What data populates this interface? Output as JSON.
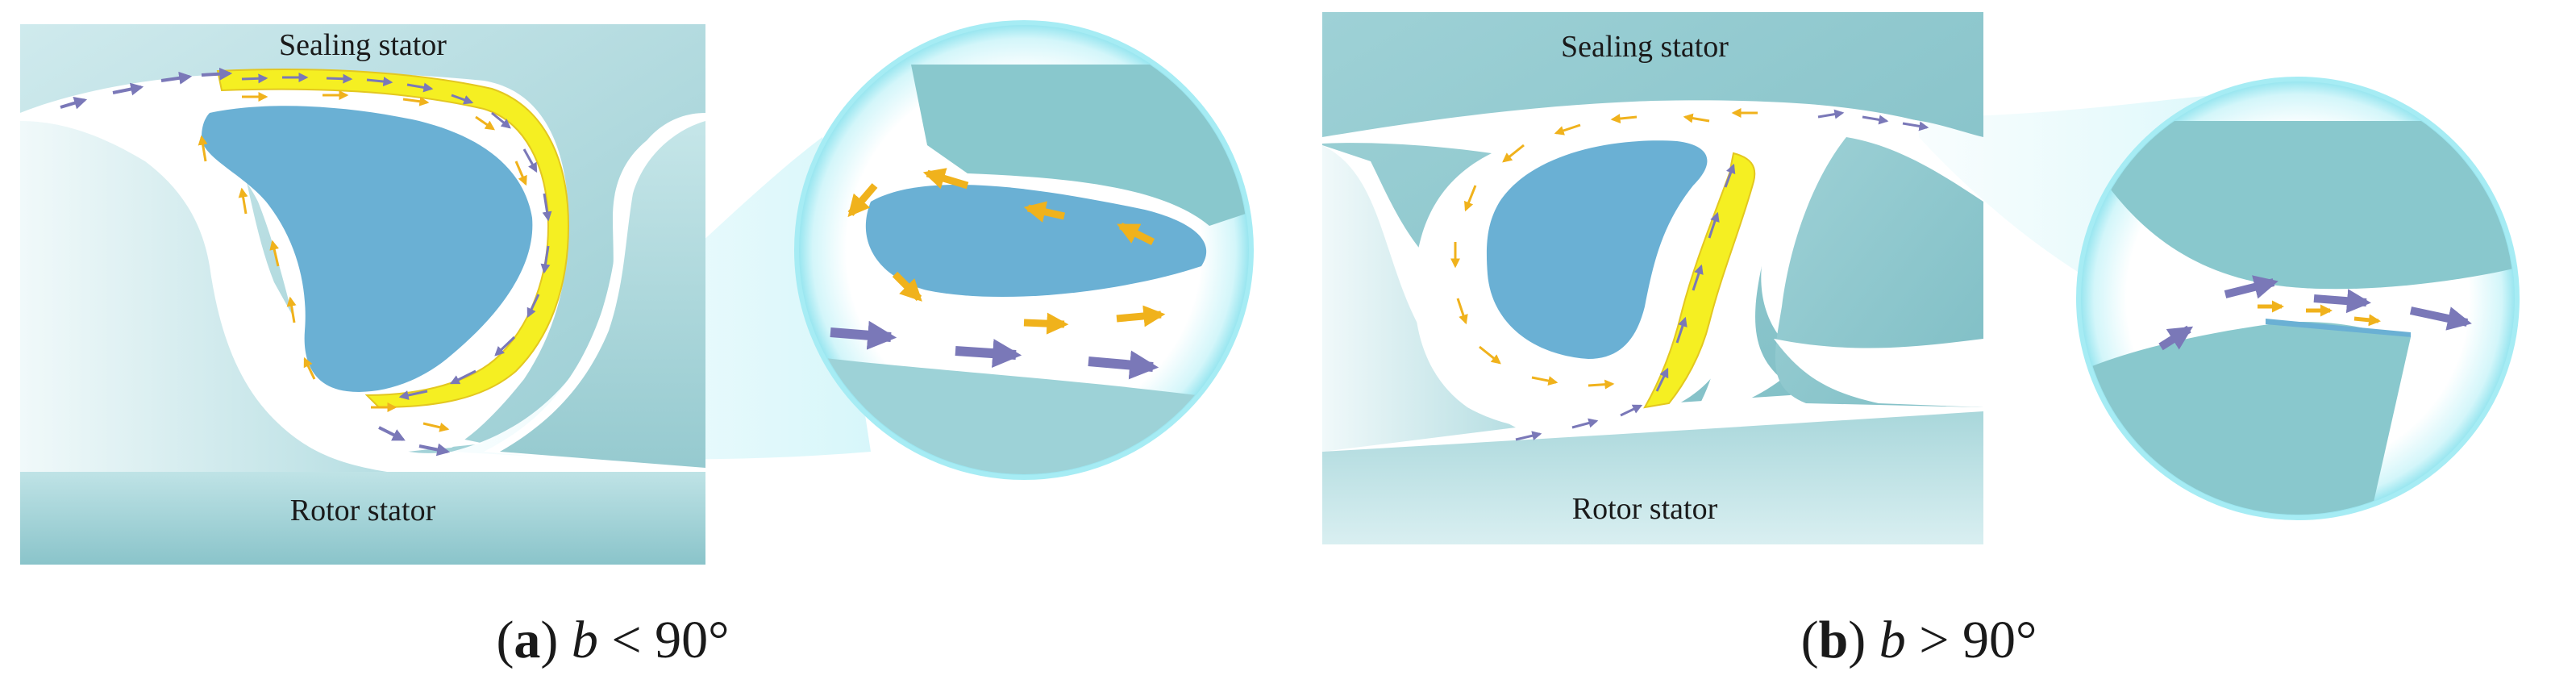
{
  "panels": [
    {
      "id": "a",
      "top_label": "Sealing stator",
      "bottom_label": "Rotor stator",
      "caption": {
        "letter": "a",
        "symbol": "b",
        "relation": "<",
        "angle": "90°"
      }
    },
    {
      "id": "b",
      "top_label": "Sealing stator",
      "bottom_label": "Rotor stator",
      "caption": {
        "letter": "b",
        "symbol": "b",
        "relation": ">",
        "angle": "90°"
      }
    }
  ],
  "colors": {
    "stator": "#8ec7cd",
    "stator_light": "#d7eef0",
    "vortex": "#6ab0d4",
    "leak_arrow": "#7a78b8",
    "recirc_arrow": "#f0b21c",
    "shear_layer": "#f5ef22",
    "magnifier_glow": "#a6ecf4"
  },
  "arrow_icons": [
    "leakage-flow-arrow",
    "recirculation-arrow"
  ]
}
